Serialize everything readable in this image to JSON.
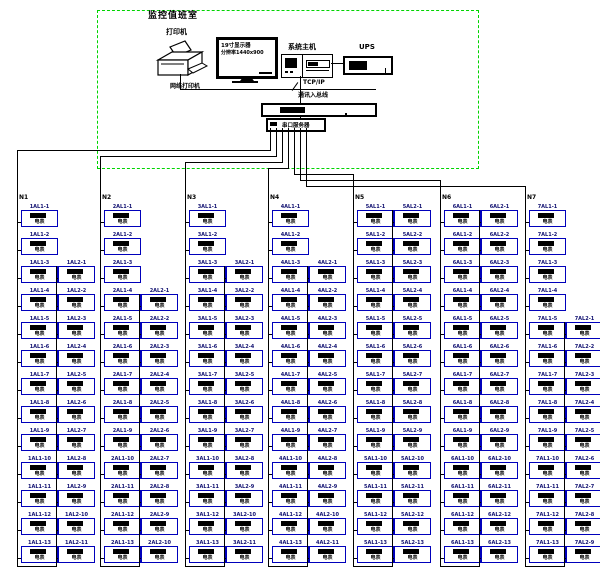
{
  "control_room": {
    "label": "监控值班室",
    "printer": {
      "label": "打印机",
      "sublabel": "网络打印机"
    },
    "monitor": {
      "line1": "19寸显示器",
      "line2": "分辨率1440x900"
    },
    "host": {
      "label": "系统主机"
    },
    "ups": {
      "label": "UPS"
    },
    "network": {
      "line1": "TCP/IP",
      "line2": "通讯入总线"
    },
    "serial_server": {
      "label": "串口服务器"
    }
  },
  "device_inner_label": "电表",
  "groups": [
    {
      "tag": "N1",
      "col_a": [
        "1AL1-1",
        "1AL1-2",
        "1AL1-3",
        "1AL1-4",
        "1AL1-5",
        "1AL1-6",
        "1AL1-7",
        "1AL1-8",
        "1AL1-9",
        "1AL1-10",
        "1AL1-11",
        "1AL1-12",
        "1AL1-13"
      ],
      "col_b": [
        "1AL2-1",
        "1AL2-2",
        "1AL2-3",
        "1AL2-4",
        "1AL2-5",
        "1AL2-6",
        "1AL2-7",
        "1AL2-8",
        "1AL2-9",
        "1AL2-10",
        "1AL2-11"
      ]
    },
    {
      "tag": "N2",
      "col_a": [
        "2AL1-1",
        "2AL1-2",
        "2AL1-3",
        "2AL1-4",
        "2AL1-5",
        "2AL1-6",
        "2AL1-7",
        "2AL1-8",
        "2AL1-9",
        "2AL1-10",
        "2AL1-11",
        "2AL1-12",
        "2AL1-13"
      ],
      "col_b": [
        "2AL2-1",
        "2AL2-2",
        "2AL2-3",
        "2AL2-4",
        "2AL2-5",
        "2AL2-6",
        "2AL2-7",
        "2AL2-8",
        "2AL2-9",
        "2AL2-10"
      ]
    },
    {
      "tag": "N3",
      "col_a": [
        "3AL1-1",
        "3AL1-2",
        "3AL1-3",
        "3AL1-4",
        "3AL1-5",
        "3AL1-6",
        "3AL1-7",
        "3AL1-8",
        "3AL1-9",
        "3AL1-10",
        "3AL1-11",
        "3AL1-12",
        "3AL1-13"
      ],
      "col_b": [
        "3AL2-1",
        "3AL2-2",
        "3AL2-3",
        "3AL2-4",
        "3AL2-5",
        "3AL2-6",
        "3AL2-7",
        "3AL2-8",
        "3AL2-9",
        "3AL2-10",
        "3AL2-11"
      ]
    },
    {
      "tag": "N4",
      "col_a": [
        "4AL1-1",
        "4AL1-2",
        "4AL1-3",
        "4AL1-4",
        "4AL1-5",
        "4AL1-6",
        "4AL1-7",
        "4AL1-8",
        "4AL1-9",
        "4AL1-10",
        "4AL1-11",
        "4AL1-12",
        "4AL1-13"
      ],
      "col_b": [
        "4AL2-1",
        "4AL2-2",
        "4AL2-3",
        "4AL2-4",
        "4AL2-5",
        "4AL2-6",
        "4AL2-7",
        "4AL2-8",
        "4AL2-9",
        "4AL2-10",
        "4AL2-11"
      ]
    },
    {
      "tag": "N5",
      "col_a": [
        "5AL1-1",
        "5AL1-2",
        "5AL1-3",
        "5AL1-4",
        "5AL1-5",
        "5AL1-6",
        "5AL1-7",
        "5AL1-8",
        "5AL1-9",
        "5AL1-10",
        "5AL1-11",
        "5AL1-12",
        "5AL1-13"
      ],
      "col_b": [
        "5AL2-1",
        "5AL2-2",
        "5AL2-3",
        "5AL2-4",
        "5AL2-5",
        "5AL2-6",
        "5AL2-7",
        "5AL2-8",
        "5AL2-9",
        "5AL2-10",
        "5AL2-11",
        "5AL2-12",
        "5AL2-13"
      ]
    },
    {
      "tag": "N6",
      "col_a": [
        "6AL1-1",
        "6AL1-2",
        "6AL1-3",
        "6AL1-4",
        "6AL1-5",
        "6AL1-6",
        "6AL1-7",
        "6AL1-8",
        "6AL1-9",
        "6AL1-10",
        "6AL1-11",
        "6AL1-12",
        "6AL1-13"
      ],
      "col_b": [
        "6AL2-1",
        "6AL2-2",
        "6AL2-3",
        "6AL2-4",
        "6AL2-5",
        "6AL2-6",
        "6AL2-7",
        "6AL2-8",
        "6AL2-9",
        "6AL2-10",
        "6AL2-11",
        "6AL2-12",
        "6AL2-13"
      ]
    },
    {
      "tag": "N7",
      "col_a": [
        "7AL1-1",
        "7AL1-2",
        "7AL1-3",
        "7AL1-4",
        "7AL1-5",
        "7AL1-6",
        "7AL1-7",
        "7AL1-8",
        "7AL1-9",
        "7AL1-10",
        "7AL1-11",
        "7AL1-12",
        "7AL1-13"
      ],
      "col_b": [
        "7AL2-1",
        "7AL2-2",
        "7AL2-3",
        "7AL2-4",
        "7AL2-5",
        "7AL2-6",
        "7AL2-7",
        "7AL2-8",
        "7AL2-9"
      ]
    }
  ]
}
